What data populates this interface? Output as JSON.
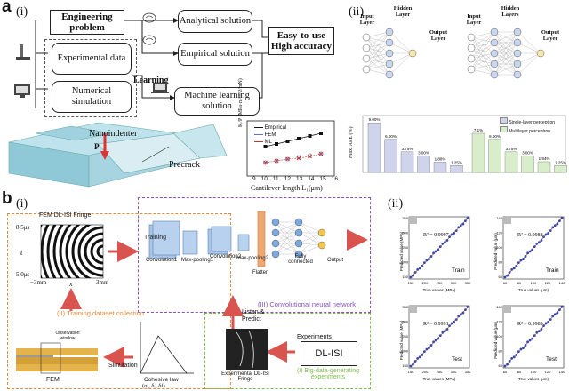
{
  "panel_a": {
    "label": "a",
    "sub_i": "(i)",
    "sub_ii": "(ii)",
    "engineering_problem": "Engineering problem",
    "experimental_data": "Experimental data",
    "numerical_simulation": "Numerical simulation",
    "analytical_solution": "Analytical solution",
    "empirical_solution": "Empirical solution",
    "machine_learning_solution": "Machine learning solution",
    "learning": "Learning",
    "easy_to_use": "Easy-to-use",
    "high_accuracy": "High accuracy",
    "nanoindenter": "Nanoindenter",
    "precrack": "Precrack",
    "p_label": "P",
    "nn1": {
      "input": "Input Layer",
      "hidden": "Hidden Layer",
      "output": "Output Layer"
    },
    "nn2": {
      "input": "Input Layer",
      "hidden": "Hidden Layers",
      "output": "Output Layer"
    },
    "legend_single": "Single-layer perceptron",
    "legend_multi": "Multilayer perceptron"
  },
  "chart_line": {
    "type": "line",
    "xlabel": "Cantilever length L₁(μm)",
    "ylabel": "Kᵢ/P (MPa·m^1/2/mN)",
    "x_ticks": [
      "9",
      "10",
      "11",
      "12",
      "13",
      "14",
      "15",
      "16"
    ],
    "y_ticks": [
      "0",
      "0.5",
      "1.0",
      "1.5"
    ],
    "series": [
      {
        "name": "Empirical",
        "color": "#111111",
        "marker": "square"
      },
      {
        "name": "FEM",
        "color": "#6b6bd6",
        "marker": "circle"
      },
      {
        "name": "ML",
        "color": "#c0392b",
        "marker": "x"
      }
    ]
  },
  "chart_bars": {
    "type": "bar",
    "ylabel": "Max. APE (%)",
    "y_ticks": [
      "0",
      "1",
      "2",
      "3",
      "4",
      "5",
      "6",
      "7",
      "8",
      "9",
      "10"
    ],
    "values_labels": [
      "9.00%",
      "6.00%",
      "3.75%",
      "3.00%",
      "1.88%",
      "1.25%",
      "7.1%",
      "6.00%",
      "3.75%",
      "3.00%",
      "1.94%",
      "1.25%"
    ]
  },
  "panel_b": {
    "label": "b",
    "sub_i": "(i)",
    "sub_ii": "(ii)",
    "fem_title": "FEM DL-ISI Fringe",
    "t_top": "8.5μs",
    "t_bottom": "5.0μs",
    "t_label": "t",
    "x_left": "−3mm",
    "x_label": "x",
    "x_right": "3mm",
    "training": "Training",
    "cnn_title": "(III) Convolutional neural network",
    "conv1": "Convolution1",
    "pool1": "Max-pooling1",
    "conv2": "Convolution2",
    "pool2": "Max-pooling2",
    "flatten": "Flatten",
    "fully": "Fully connected",
    "output": "Output",
    "listen": "Listen &",
    "predict": "Predict",
    "dataset": "(II) Training dataset collection",
    "simulation": "Simulation",
    "fem": "FEM",
    "cohesive": "Cohesive law",
    "cohesive_params": "(σᵣ, δᵣ, δf)",
    "obs": "Observation window",
    "experiments": "Experiments",
    "dl_isi": "DL-ISI",
    "exp_fringe": "Experimental DL-ISI Fringe",
    "bigdata": "(I)  Big-data-generating experiments"
  },
  "scatter_panels": [
    {
      "r2": "R² = 0.9997",
      "tag": "Train",
      "xlabel": "True values (MPa)",
      "ylabel": "Predicted value (MPa)",
      "ticks": [
        "150",
        "200",
        "250",
        "300",
        "350"
      ]
    },
    {
      "r2": "R² = 0.9988",
      "tag": "Train",
      "xlabel": "True values (μm)",
      "ylabel": "Predicted value (μm)",
      "ticks": [
        "60",
        "80",
        "100",
        "120",
        "140"
      ]
    },
    {
      "r2": "R² = 0.9991",
      "tag": "Test",
      "xlabel": "True values (MPa)",
      "ylabel": "Predicted value (MPa)",
      "ticks": [
        "150",
        "200",
        "250",
        "300",
        "350"
      ]
    },
    {
      "r2": "R² = 0.9989",
      "tag": "Test",
      "xlabel": "True values (μm)",
      "ylabel": "Predicted value (μm)",
      "ticks": [
        "60",
        "80",
        "100",
        "120",
        "140"
      ]
    }
  ]
}
